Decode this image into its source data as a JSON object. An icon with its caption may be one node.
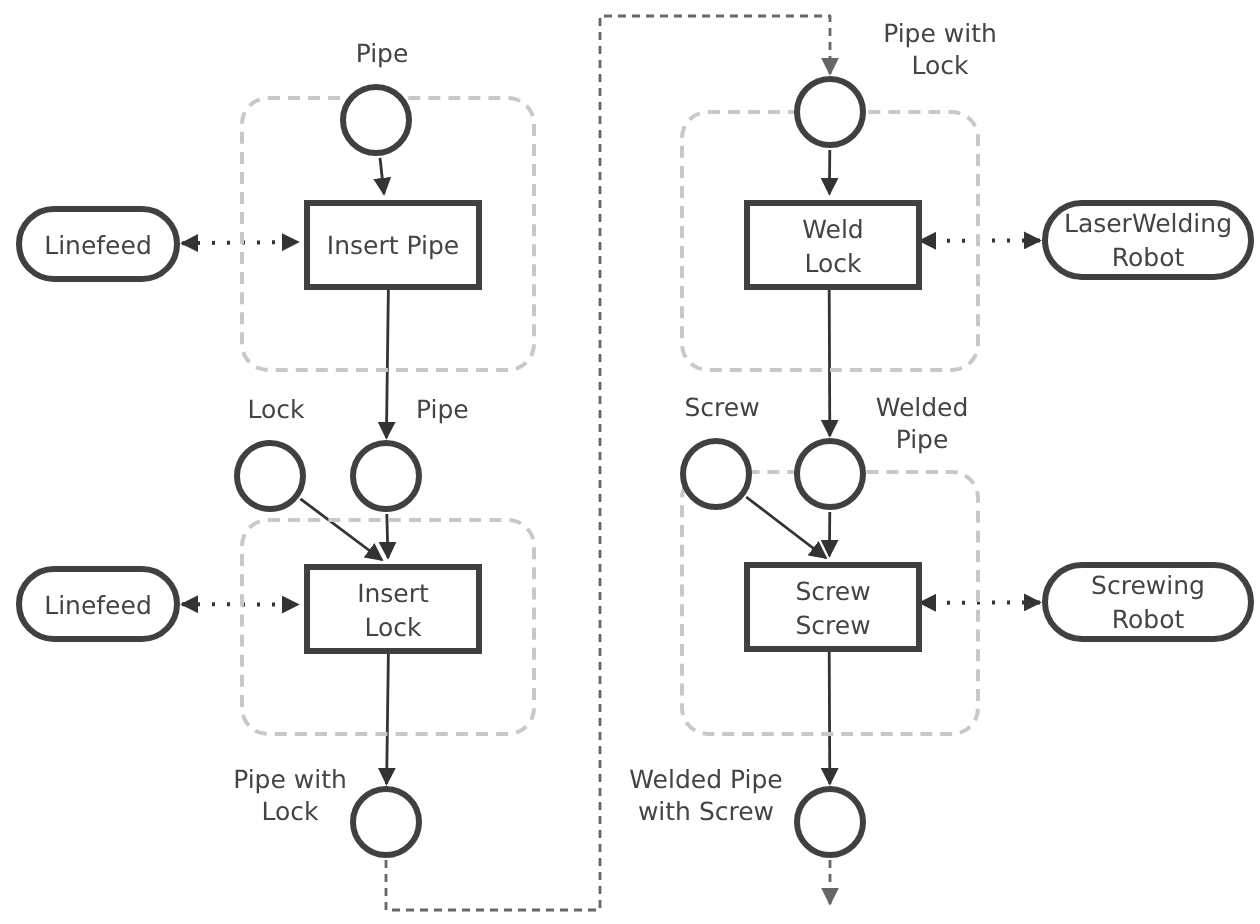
{
  "diagram": {
    "nodes": [
      {
        "text": [],
        "shape": "box"
      },
      {
        "text": [
          "Pipe"
        ]
      },
      {
        "text": [
          "Insert Pipe"
        ],
        "in": 0
      },
      {
        "text": [
          "Linefeed"
        ]
      },
      {
        "text": [],
        "shape": "box"
      },
      {
        "text": [
          "Lock"
        ]
      },
      {
        "text": [
          "Pipe"
        ]
      },
      {
        "text": [
          "Insert Lock"
        ],
        "in": 4
      },
      {
        "text": [
          "Linefeed"
        ]
      },
      {
        "text": [
          "Pipe with Lock"
        ]
      },
      {
        "text": [],
        "shape": "box"
      },
      {
        "text": [
          "Pipe with Lock"
        ]
      },
      {
        "text": [
          "Weld Lock"
        ],
        "in": 10
      },
      {
        "text": [
          "LaserWelding Robot"
        ]
      },
      {
        "text": [],
        "shape": "box"
      },
      {
        "text": [
          "Screw"
        ]
      },
      {
        "text": [
          "Welded Pipe"
        ]
      },
      {
        "text": [
          "Screw Screw"
        ],
        "in": 14
      },
      {
        "text": [
          "Screwing Robot"
        ]
      },
      {
        "text": [
          "Welded Pipe with Screw"
        ]
      }
    ],
    "edges": [
      {
        "from": 1,
        "to": 2,
        "arrow": "to"
      },
      {
        "from": 3,
        "to": 2,
        "arrow": "both",
        "style": "dashed"
      },
      {
        "from": 2,
        "to": 6,
        "arrow": "to"
      },
      {
        "from": 5,
        "to": 7,
        "arrow": "to"
      },
      {
        "from": 6,
        "to": 7,
        "arrow": "to"
      },
      {
        "from": 8,
        "to": 7,
        "arrow": "both",
        "style": "dashed"
      },
      {
        "from": 7,
        "to": 9,
        "arrow": "to"
      },
      {
        "from": 9,
        "to": 11,
        "arrow": "to",
        "style": "dashed",
        "color": "#666666"
      },
      {
        "from": 11,
        "to": 12,
        "arrow": "to"
      },
      {
        "from": 13,
        "to": 12,
        "arrow": "both",
        "style": "dashed"
      },
      {
        "from": 12,
        "to": 16,
        "arrow": "to"
      },
      {
        "from": 15,
        "to": 17,
        "arrow": "to"
      },
      {
        "from": 16,
        "to": 17,
        "arrow": "to"
      },
      {
        "from": 18,
        "to": 17,
        "arrow": "both",
        "style": "dashed"
      },
      {
        "from": 17,
        "to": 19,
        "arrow": "to"
      },
      {
        "from": 19,
        "to": null,
        "arrow": "to",
        "style": "dashed",
        "color": "#666666"
      }
    ]
  }
}
